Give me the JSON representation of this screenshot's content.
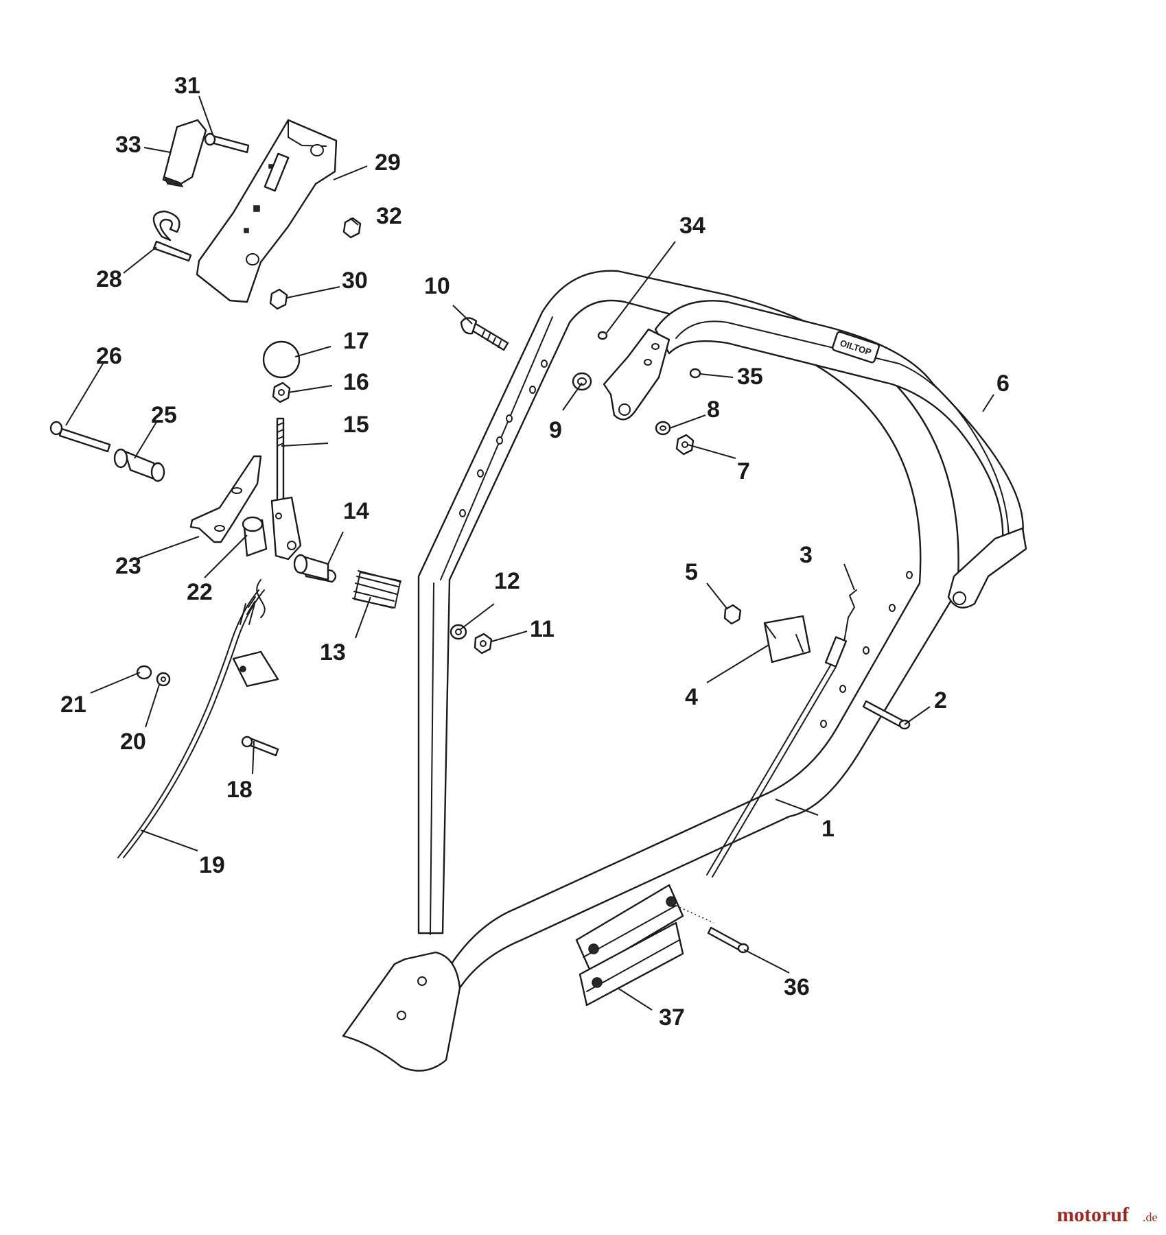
{
  "callouts": {
    "c1": "1",
    "c2": "2",
    "c3": "3",
    "c4": "4",
    "c5": "5",
    "c6": "6",
    "c7": "7",
    "c8": "8",
    "c9": "9",
    "c10": "10",
    "c11": "11",
    "c12": "12",
    "c13": "13",
    "c14": "14",
    "c15": "15",
    "c16": "16",
    "c17": "17",
    "c18": "18",
    "c19": "19",
    "c20": "20",
    "c21": "21",
    "c22": "22",
    "c23": "23",
    "c25": "25",
    "c26": "26",
    "c28": "28",
    "c29": "29",
    "c30": "30",
    "c31": "31",
    "c32": "32",
    "c33": "33",
    "c34": "34",
    "c35": "35",
    "c36": "36",
    "c37": "37"
  },
  "handle_badge": "OILTOP",
  "watermark": {
    "main": "motoruf",
    "suffix": ".de"
  }
}
